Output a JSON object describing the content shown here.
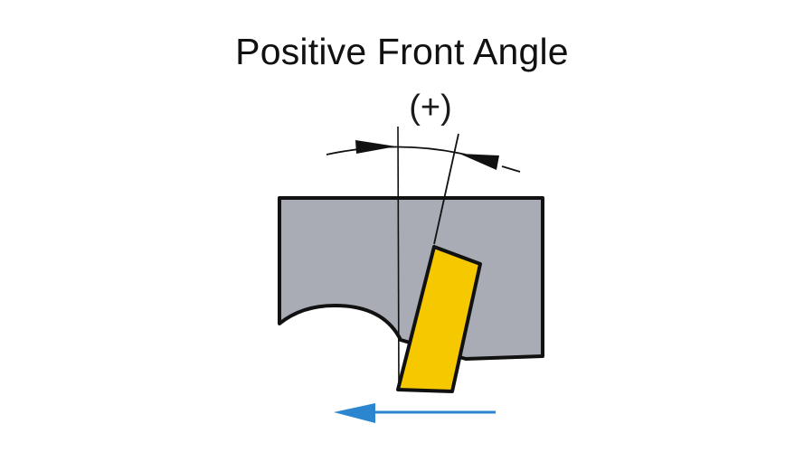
{
  "title": "Positive Front Angle",
  "angle_sign_label": "(+)",
  "colors": {
    "workpiece": "#a9acb4",
    "insert": "#f6c800",
    "outline": "#111111",
    "feed_arrow": "#2b86cf",
    "background": "#ffffff"
  },
  "elements": {
    "workpiece": "Workpiece / tool body (gray)",
    "insert": "Cutting insert (yellow)",
    "reference_line": "Vertical reference line",
    "rake_line": "Rake face line",
    "angle_arc": "Angle dimension arc with arrowheads",
    "feed_direction": "left"
  }
}
